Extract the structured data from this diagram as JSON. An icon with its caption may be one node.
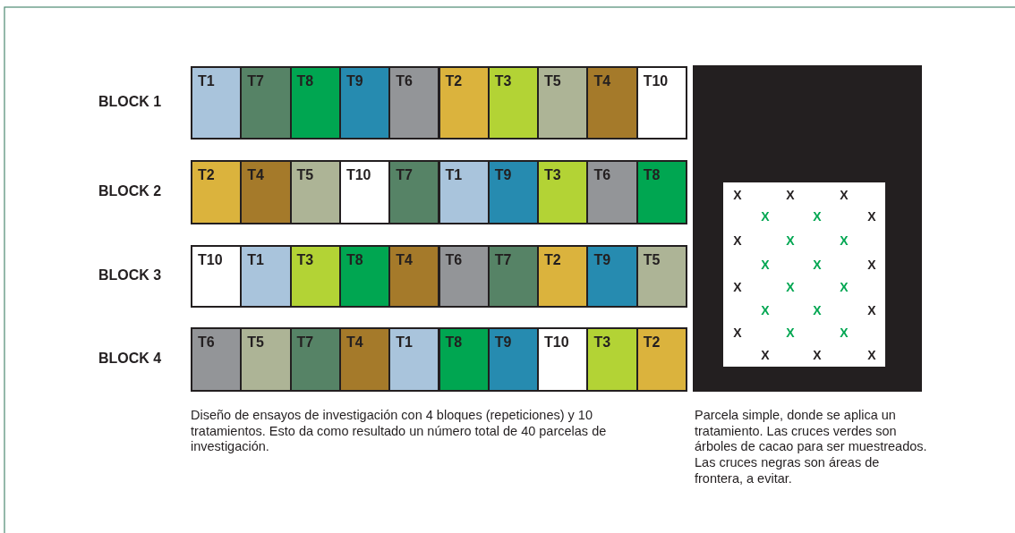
{
  "diagram": {
    "nodes": [
      {
        "text": [
          "BLOCK 1"
        ]
      },
      {
        "text": [
          "T1"
        ],
        "in": 0
      },
      {
        "text": [
          "T7"
        ],
        "in": 0
      },
      {
        "text": [
          "T8"
        ],
        "in": 0
      },
      {
        "text": [
          "T9"
        ],
        "in": 0
      },
      {
        "text": [
          "T6"
        ],
        "in": 0
      },
      {
        "text": [
          "T2"
        ],
        "in": 0
      },
      {
        "text": [
          "T3"
        ],
        "in": 0
      },
      {
        "text": [
          "T5"
        ],
        "in": 0
      },
      {
        "text": [
          "T4"
        ],
        "in": 0
      },
      {
        "text": [
          "T10"
        ],
        "in": 0
      },
      {
        "text": [
          "BLOCK 2"
        ]
      },
      {
        "text": [
          "T2"
        ],
        "in": 11
      },
      {
        "text": [
          "T4"
        ],
        "in": 11
      },
      {
        "text": [
          "T5"
        ],
        "in": 11
      },
      {
        "text": [
          "T10"
        ],
        "in": 11
      },
      {
        "text": [
          "T7"
        ],
        "in": 11
      },
      {
        "text": [
          "T1"
        ],
        "in": 11
      },
      {
        "text": [
          "T9"
        ],
        "in": 11
      },
      {
        "text": [
          "T3"
        ],
        "in": 11
      },
      {
        "text": [
          "T6"
        ],
        "in": 11
      },
      {
        "text": [
          "T8"
        ],
        "in": 11
      },
      {
        "text": [
          "BLOCK 3"
        ]
      },
      {
        "text": [
          "T10"
        ],
        "in": 22
      },
      {
        "text": [
          "T1"
        ],
        "in": 22
      },
      {
        "text": [
          "T3"
        ],
        "in": 22
      },
      {
        "text": [
          "T8"
        ],
        "in": 22
      },
      {
        "text": [
          "T4"
        ],
        "in": 22
      },
      {
        "text": [
          "T6"
        ],
        "in": 22
      },
      {
        "text": [
          "T7"
        ],
        "in": 22
      },
      {
        "text": [
          "T2"
        ],
        "in": 22
      },
      {
        "text": [
          "T9"
        ],
        "in": 22
      },
      {
        "text": [
          "T5"
        ],
        "in": 22
      },
      {
        "text": [
          "BLOCK 4"
        ]
      },
      {
        "text": [
          "T6"
        ],
        "in": 33
      },
      {
        "text": [
          "T5"
        ],
        "in": 33
      },
      {
        "text": [
          "T7"
        ],
        "in": 33
      },
      {
        "text": [
          "T4"
        ],
        "in": 33
      },
      {
        "text": [
          "T1"
        ],
        "in": 33
      },
      {
        "text": [
          "T8"
        ],
        "in": 33
      },
      {
        "text": [
          "T9"
        ],
        "in": 33
      },
      {
        "text": [
          "T10"
        ],
        "in": 33
      },
      {
        "text": [
          "T3"
        ],
        "in": 33
      },
      {
        "text": [
          "T2"
        ],
        "in": 33
      }
    ],
    "labels": [
      "X",
      "X",
      "X",
      "X",
      "X",
      "X",
      "X",
      "X",
      "X",
      "X",
      "X",
      "X",
      "X",
      "X",
      "X",
      "X",
      "X",
      "X",
      "X",
      "X",
      "X",
      "X",
      "X",
      "X",
      "Diseño de ensayos de investigación con 4 bloques (repeticiones) y 10 tratamientos. Esto da como resultado un número total de 40 parcelas de investigación.",
      "Parcela simple, donde se aplica un tratamiento. Las cruces verdes son árboles de cacao para ser muestreados. Las cruces negras son áreas de frontera, a evitar."
    ]
  }
}
